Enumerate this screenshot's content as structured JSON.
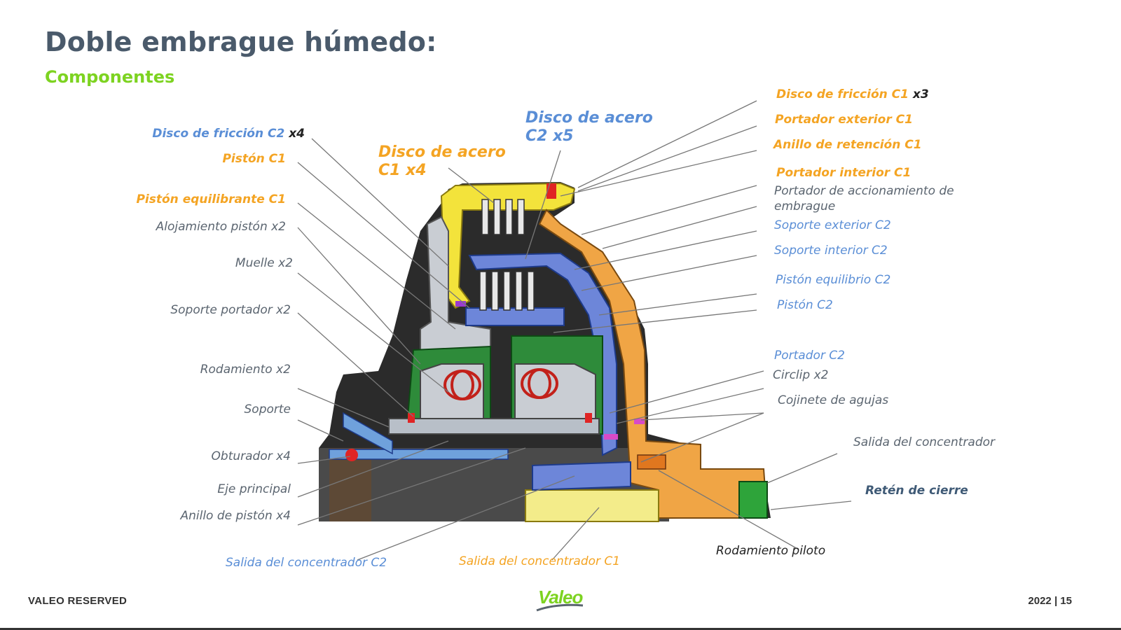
{
  "slide": {
    "title": "Doble embrague húmedo:",
    "subtitle": "Componentes"
  },
  "labels": {
    "left": [
      {
        "text": "Disco de fricción C2",
        "qty": "x4"
      },
      {
        "text": "Pistón C1"
      },
      {
        "text": "Pistón equilibrante C1"
      },
      {
        "text": "Alojamiento pistón x2"
      },
      {
        "text": "Muelle x2"
      },
      {
        "text": "Soporte portador x2"
      },
      {
        "text": "Rodamiento x2"
      },
      {
        "text": "Soporte"
      },
      {
        "text": "Obturador x4"
      },
      {
        "text": "Eje principal"
      },
      {
        "text": "Anillo de pistón x4"
      }
    ],
    "top": [
      {
        "text": "Disco de acero C1 x4"
      },
      {
        "text": "Disco de acero C2 x5"
      }
    ],
    "right": [
      {
        "text": "Disco de fricción  C1",
        "qty": "x3"
      },
      {
        "text": "Portador exterior C1"
      },
      {
        "text": "Anillo de retención C1"
      },
      {
        "text": "Portador interior C1"
      },
      {
        "text": "Portador de accionamiento de embrague"
      },
      {
        "text": "Soporte exterior C2"
      },
      {
        "text": "Soporte interior C2"
      },
      {
        "text": "Pistón equilibrio C2"
      },
      {
        "text": "Pistón C2"
      },
      {
        "text": "Portador C2"
      },
      {
        "text": "Circlip x2"
      },
      {
        "text": "Cojinete de agujas"
      },
      {
        "text": "Salida del concentrador"
      },
      {
        "text": "Retén de cierre"
      }
    ],
    "bottom": [
      {
        "text": "Salida del concentrador C2"
      },
      {
        "text": "Salida del concentrador C1"
      },
      {
        "text": "Rodamiento piloto"
      }
    ]
  },
  "footer": {
    "left": "VALEO RESERVED",
    "right": "2022  |  15",
    "logo": "Valeo"
  },
  "colors": {
    "orange": "#f4a423",
    "blue": "#5a8ed6",
    "green": "#7dd321",
    "title": "#4a5a6b"
  }
}
